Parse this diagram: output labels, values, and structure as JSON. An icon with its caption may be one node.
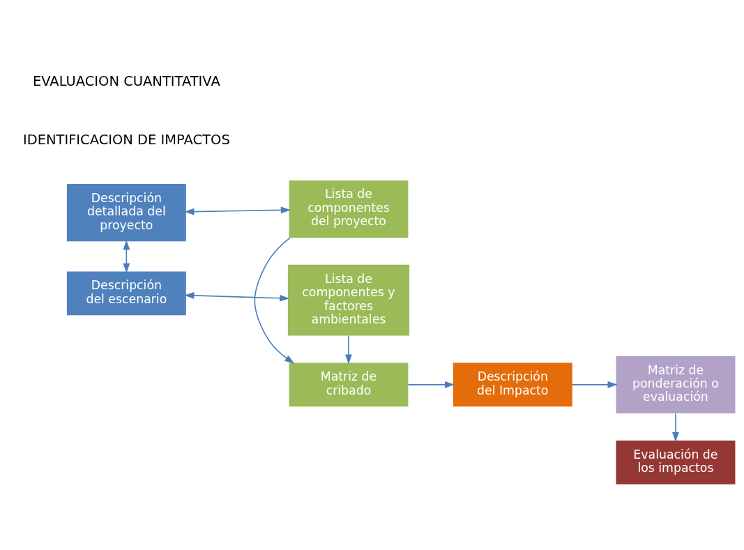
{
  "diagram": {
    "nodes": [
      {
        "text": [
          "Lista de componentes del proyecto"
        ]
      },
      {
        "text": [
          "Descripción detallada del proyecto"
        ]
      },
      {
        "text": [
          "Matriz de cribado"
        ]
      },
      {
        "text": [
          "Descripción del Impacto"
        ]
      },
      {
        "text": [
          "Matriz de ponderación o evaluación"
        ]
      },
      {
        "text": [
          "Descripción del escenario"
        ]
      },
      {
        "text": [
          "Evaluación de los impactos"
        ]
      },
      {
        "text": [
          "Lista de componentes y factores ambientales"
        ]
      }
    ],
    "edges": [
      {
        "from": 1,
        "to": 0,
        "arrow": "both"
      },
      {
        "from": 0,
        "to": 2,
        "arrow": "to"
      },
      {
        "from": 1,
        "to": 5,
        "arrow": "both"
      },
      {
        "from": 5,
        "to": 7,
        "arrow": "both"
      },
      {
        "from": 7,
        "to": 2,
        "arrow": "to"
      },
      {
        "from": 2,
        "to": 3,
        "arrow": "to"
      },
      {
        "from": 3,
        "to": 4,
        "arrow": "to"
      },
      {
        "from": 4,
        "to": 6,
        "arrow": "to"
      }
    ],
    "labels": [
      "IDENTIFICACION DE IMPACTOS",
      "EVALUACION CUANTITATIVA"
    ]
  }
}
